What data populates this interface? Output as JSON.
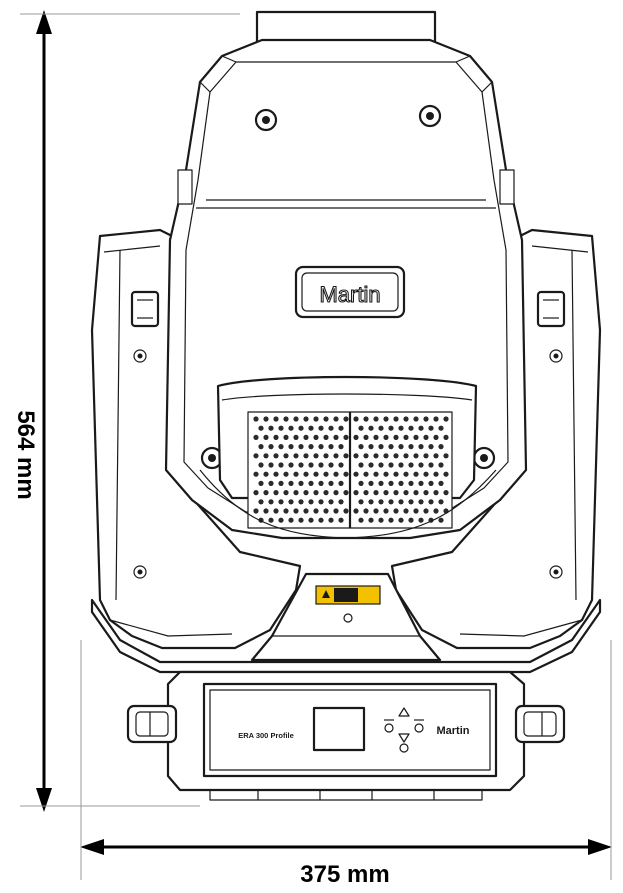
{
  "dimensions": {
    "height_label": "564 mm",
    "width_label": "375 mm"
  },
  "fixture": {
    "head_logo": "Martin",
    "display_model": "ERA 300 Profile",
    "base_logo": "Martin"
  },
  "colors": {
    "line": "#1a1a1a",
    "label_sticker": "#f2c200",
    "background": "#ffffff"
  }
}
